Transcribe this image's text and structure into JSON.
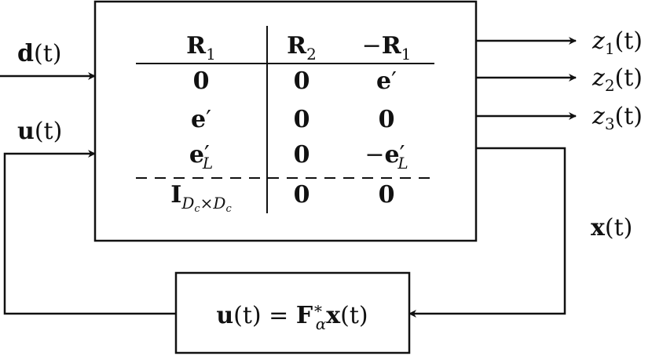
{
  "plant_table": {
    "headers": [
      {
        "bold": "R",
        "sub": "1",
        "prefix": ""
      },
      {
        "bold": "R",
        "sub": "2",
        "prefix": ""
      },
      {
        "bold": "R",
        "sub": "1",
        "prefix": "−"
      }
    ],
    "rows": [
      [
        "0",
        "0",
        "e′"
      ],
      [
        "e′",
        "0",
        "0"
      ],
      [
        "e′_L",
        "0",
        "−e′_L"
      ],
      [
        "I_{Dc×Dc}",
        "0",
        "0"
      ]
    ]
  },
  "inputs": {
    "disturbance": {
      "bold": "d",
      "arg": "(t)"
    },
    "control": {
      "bold": "u",
      "arg": "(t)"
    }
  },
  "outputs": [
    {
      "var": "z",
      "sub": "1",
      "arg": "(t)"
    },
    {
      "var": "z",
      "sub": "2",
      "arg": "(t)"
    },
    {
      "var": "z",
      "sub": "3",
      "arg": "(t)"
    }
  ],
  "state": {
    "bold": "x",
    "arg": "(t)"
  },
  "controller": {
    "lhs_bold": "u",
    "lhs_arg": "(t)",
    "eq": " = ",
    "gain_bold": "F",
    "gain_sup": "∗",
    "gain_sub": "α",
    "rhs_bold": "x",
    "rhs_arg": "(t)"
  }
}
